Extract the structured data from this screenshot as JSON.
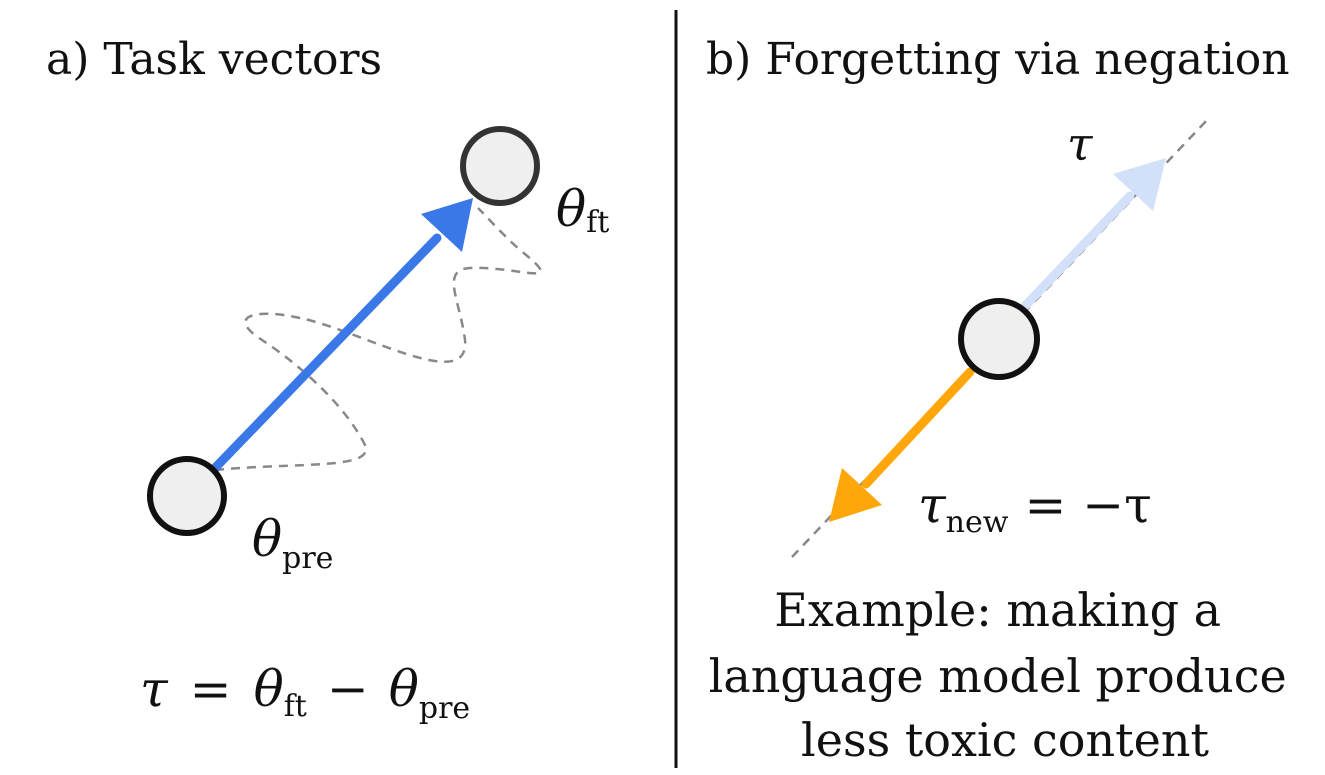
{
  "panels": {
    "a": {
      "title": "a) Task vectors",
      "theta_symbol": "θ",
      "ft_subscript": "ft",
      "pre_subscript": "pre",
      "formula": {
        "tau": "τ",
        "equals": "=",
        "minus": "−",
        "theta": "θ",
        "ft": "ft",
        "pre": "pre"
      }
    },
    "b": {
      "title": "b) Forgetting via negation",
      "tau_label": "τ",
      "formula": {
        "tau": "τ",
        "new_subscript": "new",
        "rhs": "= −τ"
      },
      "example_lines": [
        "Example: making a",
        "language model produce",
        "less toxic content"
      ]
    }
  },
  "colors": {
    "task_vector_arrow": "#3b78e7",
    "tau_arrow_light": "#d2e0fa",
    "negated_arrow": "#ffa60a",
    "node_fill": "#efefef",
    "node_stroke": "#111111",
    "node_ft_stroke": "#333333",
    "path_dashed": "#888888",
    "divider": "#111111"
  }
}
